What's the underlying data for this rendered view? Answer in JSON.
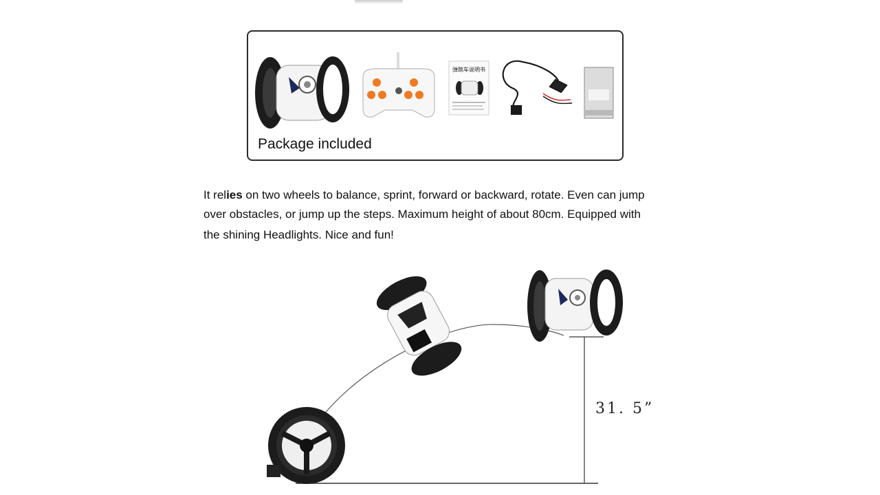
{
  "package": {
    "label": "Package included",
    "items": [
      "robot-car",
      "remote-controller",
      "instruction-manual",
      "usb-charging-cable",
      "battery-pack"
    ],
    "manual_title": "弹跳车说明书"
  },
  "description": {
    "line1_prefix": "It rel",
    "line1_bold": "ies",
    "line1_rest": "  on two wheels to balance, sprint, forward or  backward, rotate. Even can jump",
    "line2": " over obstacles, or jump up the steps.  Maximum height of about 80cm. Equipped with",
    "line3": " the shining Headlights. Nice and fun!"
  },
  "diagram": {
    "height_label": "31. 5”"
  },
  "colors": {
    "border": "#2a2a2a",
    "accent": "#f07a22",
    "body": "#ffffff",
    "wheel": "#1c1c1c"
  }
}
